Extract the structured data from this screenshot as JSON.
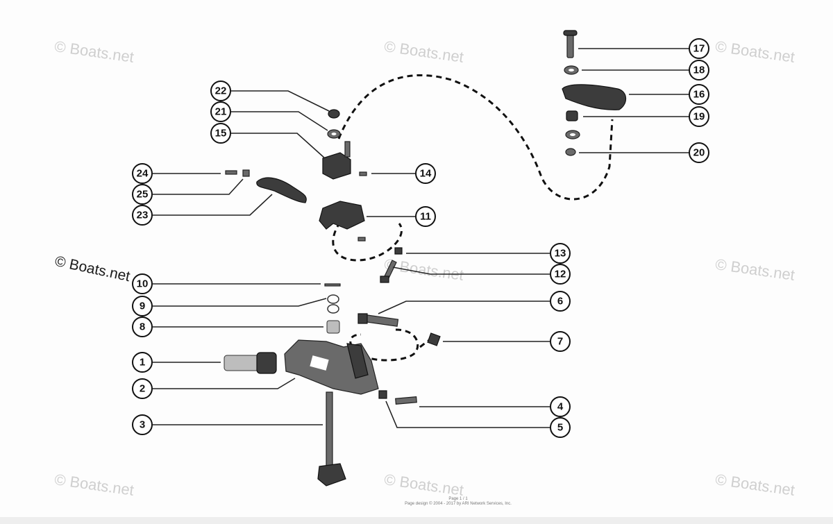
{
  "watermarks": [
    "© Boats.net",
    "© Boats.net",
    "© Boats.net",
    "© Boats.net",
    "© Boats.net",
    "© Boats.net",
    "© Boats.net",
    "© Boats.net",
    "© Boats.net"
  ],
  "footer": {
    "line1": "Page 1 / 1",
    "line2": "Page design © 2004 - 2017 by ARI Network Services, Inc."
  },
  "callouts": [
    "1",
    "2",
    "3",
    "4",
    "5",
    "6",
    "7",
    "8",
    "9",
    "10",
    "11",
    "12",
    "13",
    "14",
    "15",
    "16",
    "17",
    "18",
    "19",
    "20",
    "21",
    "22",
    "23",
    "24",
    "25"
  ]
}
